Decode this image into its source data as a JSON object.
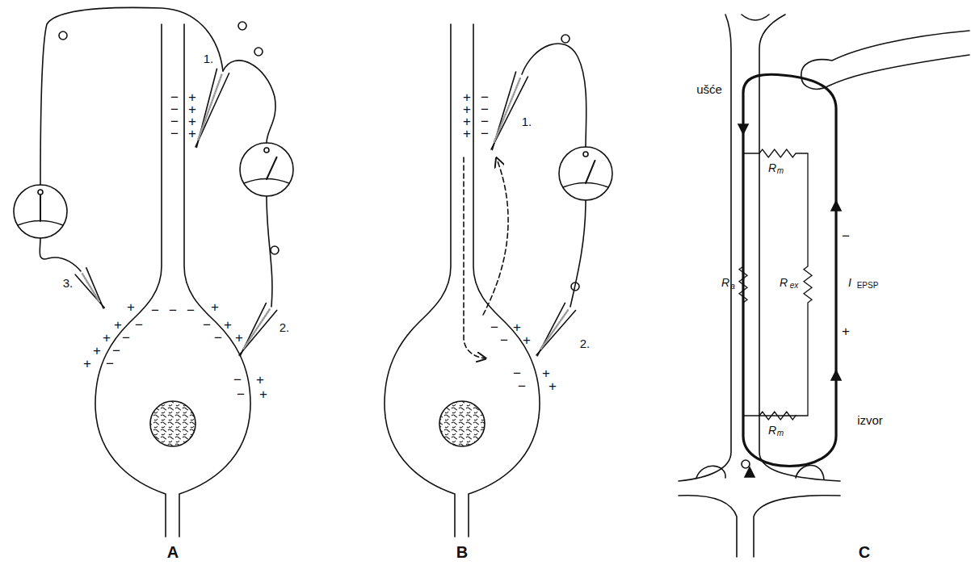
{
  "diagram": {
    "labels": [
      "1.",
      "3.",
      "2.",
      "−",
      "+",
      "−",
      "+",
      "−",
      "+",
      "−",
      "+",
      "+",
      "−",
      "−",
      "−",
      "+",
      "+",
      "−",
      "+",
      "−",
      "+",
      "−",
      "+",
      "−",
      "−",
      "+",
      "−",
      "+",
      "−",
      "+",
      "−",
      "+",
      "1.",
      "2.",
      "+",
      "−",
      "+",
      "−",
      "+",
      "−",
      "+",
      "−",
      "−",
      "+",
      "−",
      "+",
      "−",
      "+",
      "−",
      "+",
      "ušće",
      "izvor",
      "R",
      "m",
      "R",
      "a",
      "R",
      "ex",
      "−",
      "I",
      "EPSP",
      "+",
      "R",
      "m",
      "A",
      "B",
      "C"
    ]
  }
}
